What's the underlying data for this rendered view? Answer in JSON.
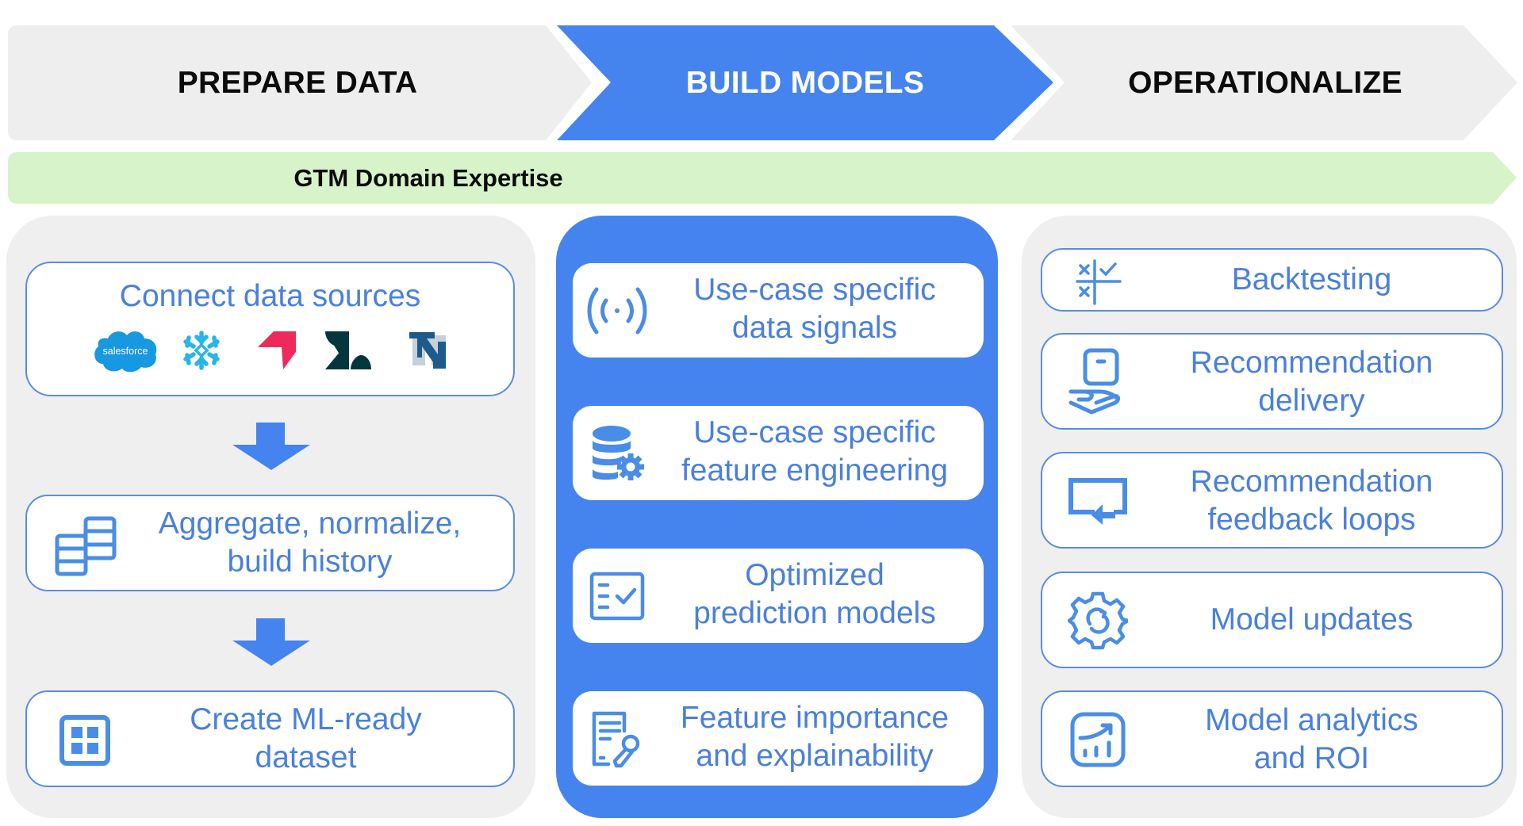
{
  "stages": [
    {
      "label": "PREPARE DATA",
      "active": false
    },
    {
      "label": "BUILD MODELS",
      "active": true
    },
    {
      "label": "OPERATIONALIZE",
      "active": false
    }
  ],
  "band": {
    "label": "GTM Domain Expertise"
  },
  "prepare": {
    "connect": {
      "title": "Connect data sources",
      "logos": [
        "salesforce",
        "snowflake",
        "outreach",
        "zendesk",
        "netsuite"
      ],
      "salesforce_text": "salesforce"
    },
    "aggregate": {
      "line1": "Aggregate, normalize,",
      "line2": "build history"
    },
    "create": {
      "line1": "Create ML-ready",
      "line2": "dataset"
    }
  },
  "build": {
    "items": [
      {
        "line1": "Use-case specific",
        "line2": "data signals",
        "icon": "signal-icon"
      },
      {
        "line1": "Use-case specific",
        "line2": "feature engineering",
        "icon": "database-gear-icon"
      },
      {
        "line1": "Optimized",
        "line2": "prediction models",
        "icon": "checklist-icon"
      },
      {
        "line1": "Feature importance",
        "line2": "and explainability",
        "icon": "document-key-icon"
      }
    ]
  },
  "operationalize": {
    "items": [
      {
        "line1": "Backtesting",
        "line2": "",
        "icon": "tic-tac-toe-icon"
      },
      {
        "line1": "Recommendation",
        "line2": "delivery",
        "icon": "hand-delivery-icon"
      },
      {
        "line1": "Recommendation",
        "line2": "feedback loops",
        "icon": "feedback-loop-icon"
      },
      {
        "line1": "Model updates",
        "line2": "",
        "icon": "gear-refresh-icon"
      },
      {
        "line1": "Model analytics",
        "line2": "and ROI",
        "icon": "analytics-chart-icon"
      }
    ]
  },
  "colors": {
    "accent_blue": "#4584ef",
    "text_blue": "#4a80dc",
    "panel_gray": "#efefef",
    "band_green": "#d6f3c9",
    "heading_dark": "#0b0b0b"
  }
}
